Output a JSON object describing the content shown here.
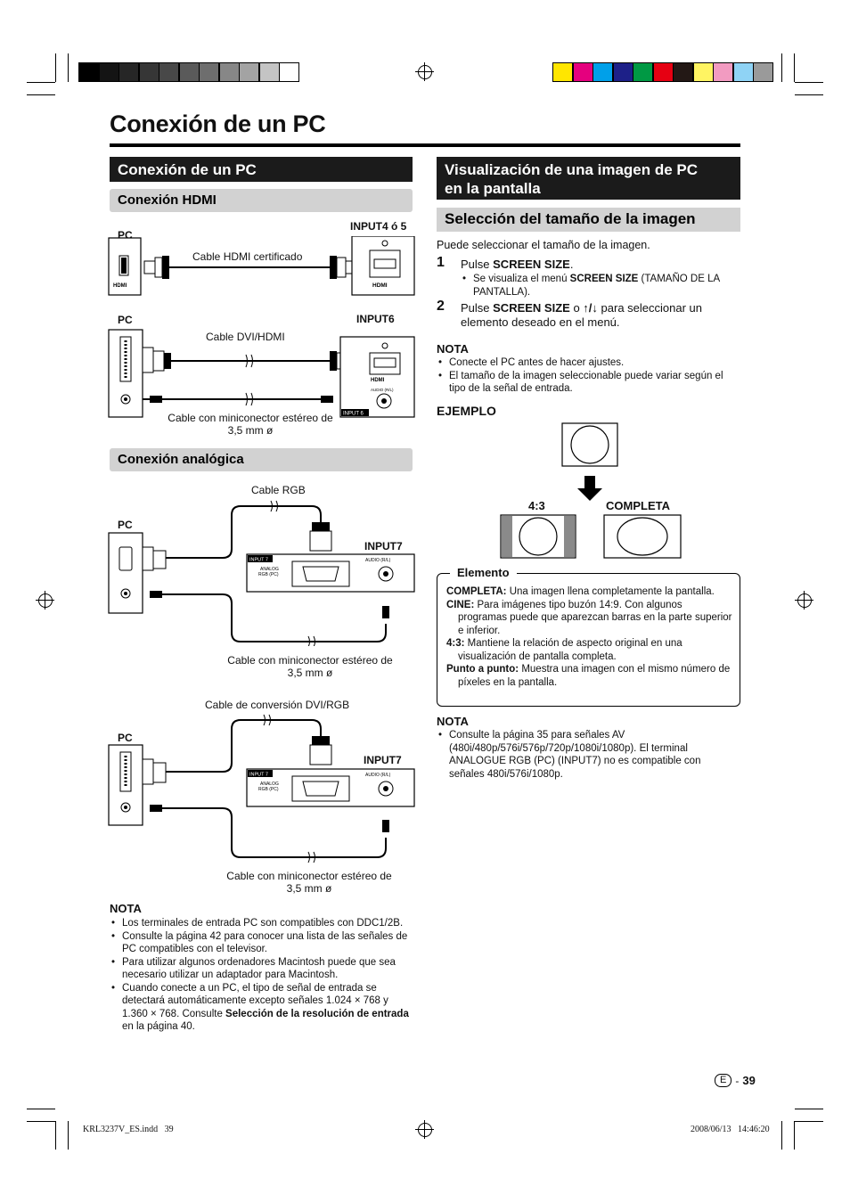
{
  "page": {
    "title": "Conexión de un PC",
    "page_letter": "E",
    "page_dash": "-",
    "page_number": "39",
    "footer_file": "KRL3237V_ES.indd   39",
    "footer_timestamp": "2008/06/13   14:46:20"
  },
  "colors": {
    "gray_swatches": [
      "#000000",
      "#141414",
      "#262626",
      "#363636",
      "#484848",
      "#5a5a5a",
      "#6e6e6e",
      "#878787",
      "#a3a3a3",
      "#c4c4c4",
      "#ffffff"
    ],
    "color_swatches": [
      "#ffe600",
      "#e5007e",
      "#00a0e9",
      "#1d2088",
      "#009944",
      "#e60012",
      "#231815",
      "#fff462",
      "#f29bc1",
      "#8fd3f5",
      "#9a9a9a"
    ]
  },
  "left": {
    "section_title": "Conexión de un PC",
    "hdmi": {
      "title": "Conexión HDMI",
      "pc1": "PC",
      "input_label1": "INPUT4 ó 5",
      "cable1": "Cable HDMI certificado",
      "hdmi_logo": "HDMI",
      "pc2": "PC",
      "input_label2": "INPUT6",
      "cable2": "Cable DVI/HDMI",
      "audio_label": "AUDIO (R/L)",
      "input6_tag": "INPUT 6",
      "cable3_line1": "Cable con miniconector estéreo de",
      "cable3_line2": "3,5 mm ø"
    },
    "analog": {
      "title": "Conexión analógica",
      "cable_rgb": "Cable RGB",
      "pc1": "PC",
      "input7_label": "INPUT7",
      "panel_tag": "INPUT 7",
      "panel_analog": "ANALOG",
      "panel_rgb": "RGB (PC)",
      "panel_audio": "AUDIO (R/L)",
      "cable_mini1_line1": "Cable con miniconector estéreo de",
      "cable_mini1_line2": "3,5 mm ø",
      "cable_conv": "Cable de conversión DVI/RGB",
      "pc2": "PC",
      "input7_label2": "INPUT7",
      "cable_mini2_line1": "Cable con miniconector estéreo de",
      "cable_mini2_line2": "3,5 mm ø"
    },
    "note": {
      "title": "NOTA",
      "items": [
        "Los terminales de entrada PC son compatibles con DDC1/2B.",
        "Consulte la página 42 para conocer una lista de las señales de PC compatibles con el televisor.",
        "Para utilizar algunos ordenadores Macintosh puede que sea necesario utilizar un adaptador para Macintosh."
      ],
      "last_item_pre": "Cuando conecte a un PC, el tipo de señal de entrada se detectará automáticamente excepto señales 1.024 × 768 y 1.360 × 768. Consulte ",
      "last_item_bold": "Selección de la resolución de entrada",
      "last_item_post": " en la página 40."
    }
  },
  "right": {
    "section_title_line1": "Visualización de una imagen de PC",
    "section_title_line2": "en la pantalla",
    "subsection_title": "Selección del tamaño de la imagen",
    "intro": "Puede seleccionar el tamaño de la imagen.",
    "step1": {
      "num": "1",
      "pre": "Pulse ",
      "bold": "SCREEN SIZE",
      "post": ".",
      "sub_pre": "Se visualiza el menú ",
      "sub_bold": "SCREEN SIZE",
      "sub_post": " (TAMAÑO DE LA PANTALLA)."
    },
    "step2": {
      "num": "2",
      "pre": "Pulse ",
      "bold": "SCREEN SIZE",
      "mid": " o ",
      "arrows": "↑/↓",
      "post": " para seleccionar un elemento deseado en el menú."
    },
    "note1": {
      "title": "NOTA",
      "items": [
        "Conecte el PC antes de hacer ajustes.",
        "El tamaño de la imagen seleccionable puede variar según el tipo de la señal de entrada."
      ]
    },
    "example": {
      "title": "EJEMPLO",
      "label_43": "4:3",
      "label_full": "COMPLETA"
    },
    "elemento": {
      "title": "Elemento",
      "items": [
        {
          "term": "COMPLETA:",
          "desc": " Una imagen llena completamente la pantalla."
        },
        {
          "term": "CINE:",
          "desc": " Para imágenes tipo buzón 14:9. Con algunos programas puede que aparezcan barras en la parte superior e inferior."
        },
        {
          "term": "4:3:",
          "desc": " Mantiene la relación de aspecto original en una visualización de pantalla completa."
        },
        {
          "term": "Punto a punto:",
          "desc": " Muestra una imagen con el mismo número de píxeles en la pantalla."
        }
      ]
    },
    "note2": {
      "title": "NOTA",
      "items": [
        "Consulte la página 35 para señales AV (480i/480p/576i/576p/720p/1080i/1080p). El terminal ANALOGUE RGB (PC) (INPUT7) no es compatible con señales 480i/576i/1080p."
      ]
    }
  }
}
